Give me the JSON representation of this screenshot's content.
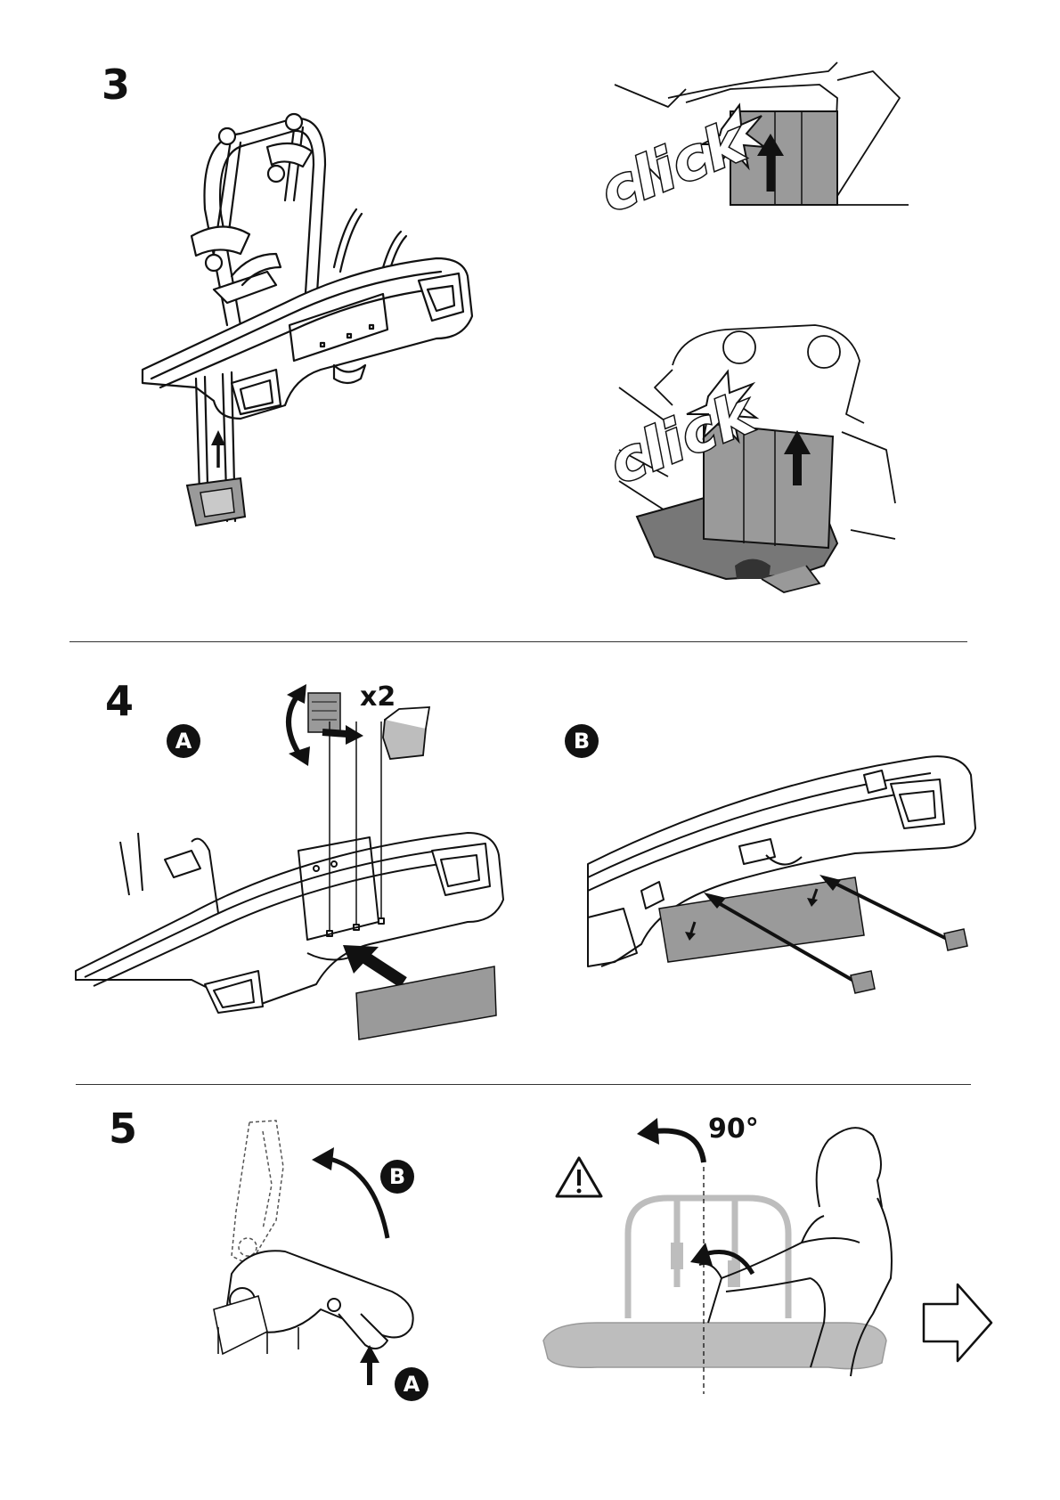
{
  "steps": [
    {
      "number": "3",
      "click_labels": [
        "click",
        "click"
      ]
    },
    {
      "number": "4",
      "multiplier": "x2",
      "badges": [
        "A",
        "B"
      ]
    },
    {
      "number": "5",
      "badges": [
        "B",
        "A"
      ],
      "angle": "90°"
    }
  ],
  "icons": {
    "warning": "warning-triangle-icon",
    "next": "next-page-arrow-icon"
  },
  "colors": {
    "ink": "#111111",
    "panel_gray": "#9a9a9a",
    "ghost_gray": "#bdbdbd"
  }
}
